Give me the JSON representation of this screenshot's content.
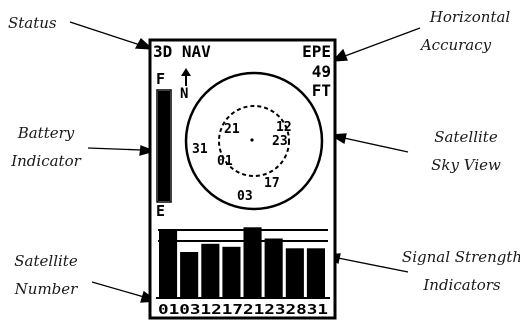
{
  "callouts": {
    "status": [
      "Status"
    ],
    "horizontal_accuracy": [
      "Horizontal",
      "Accuracy"
    ],
    "battery_indicator": [
      "Battery",
      "Indicator"
    ],
    "satellite_sky_view": [
      "Satellite",
      "Sky View"
    ],
    "satellite_number": [
      "Satellite",
      "Number"
    ],
    "signal_strength_indicators": [
      "Signal Strength",
      "Indicators"
    ]
  },
  "screen": {
    "status_text": "3D NAV",
    "epe_label": "EPE",
    "epe_value": "49",
    "epe_unit": "FT",
    "battery_full_label": "F",
    "battery_empty_label": "E",
    "battery_level": 1.0,
    "north_label": "N",
    "sky_satellites": [
      "21",
      "12",
      "23",
      "31",
      "01",
      "17",
      "03"
    ],
    "signal_bars": [
      {
        "number": "01",
        "strength": 0.88
      },
      {
        "number": "03",
        "strength": 0.6
      },
      {
        "number": "12",
        "strength": 0.71
      },
      {
        "number": "17",
        "strength": 0.67
      },
      {
        "number": "21",
        "strength": 0.93
      },
      {
        "number": "23",
        "strength": 0.78
      },
      {
        "number": "28",
        "strength": 0.65
      },
      {
        "number": "31",
        "strength": 0.65
      }
    ],
    "satellite_number_row": "0103121721232831"
  }
}
